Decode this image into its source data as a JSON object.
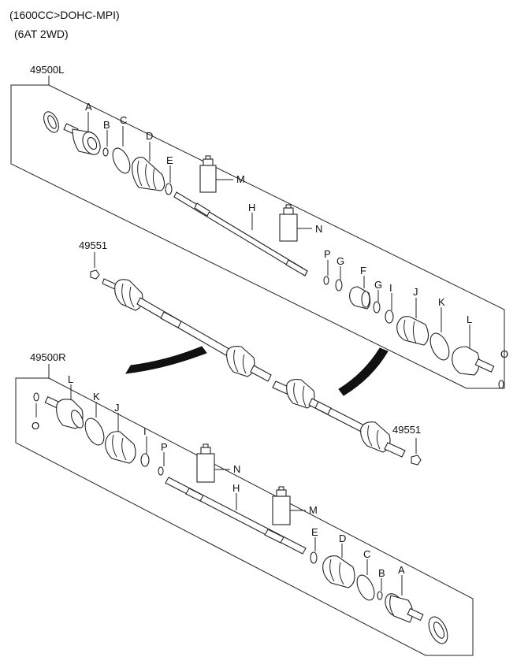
{
  "header": {
    "engine": "(1600CC>DOHC-MPI)",
    "transmission": "(6AT 2WD)"
  },
  "assemblies": {
    "left": "49500L",
    "right": "49500R",
    "nut_top": "49551",
    "nut_bottom": "49551"
  },
  "part_letters": {
    "A": "A",
    "B": "B",
    "C": "C",
    "D": "D",
    "E": "E",
    "F": "F",
    "G": "G",
    "H": "H",
    "I": "I",
    "J": "J",
    "K": "K",
    "L": "L",
    "M": "M",
    "N": "N",
    "O": "O",
    "P": "P"
  }
}
